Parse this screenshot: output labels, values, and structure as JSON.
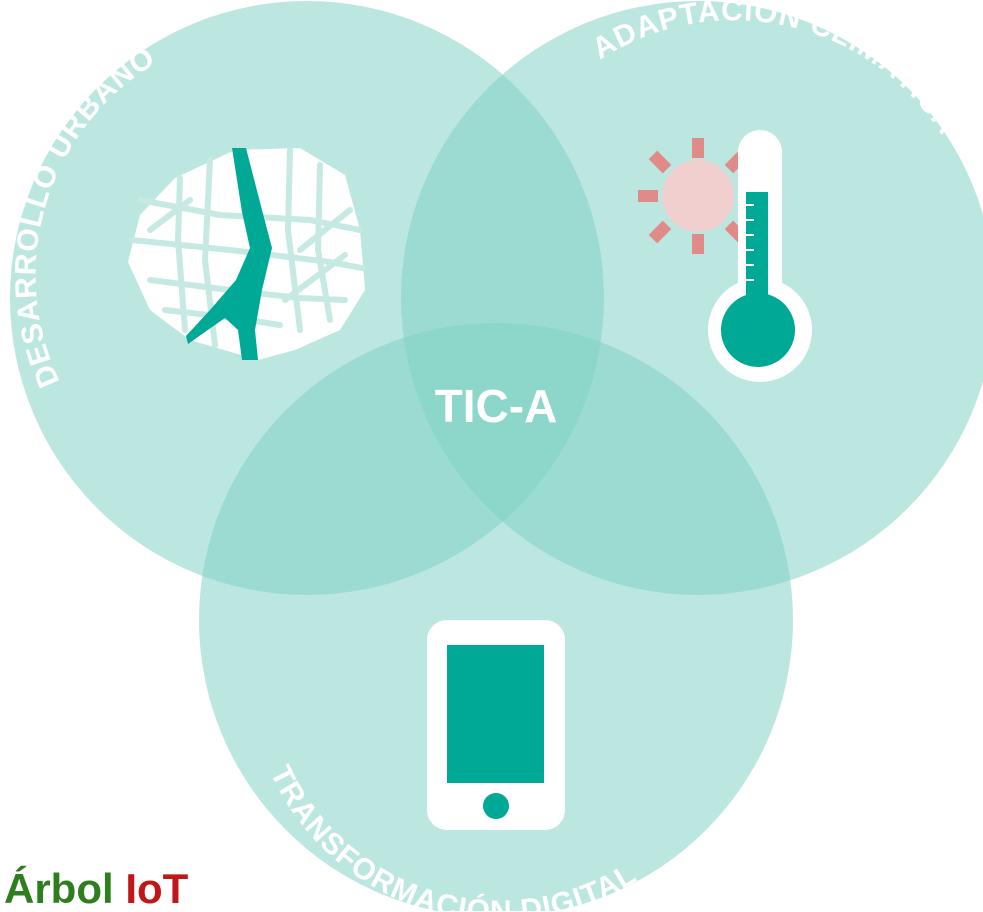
{
  "center_label": "TIC-A",
  "circles": [
    {
      "label": "DESARROLLO URBANO"
    },
    {
      "label": "ADAPTACIÓN CLIMÁTICA"
    },
    {
      "label": "TRANSFORMACIÓN DIGITAL"
    }
  ],
  "icons": {
    "urban": "city-map-icon",
    "climate": "sun-thermometer-icon",
    "digital": "smartphone-icon"
  },
  "footer": {
    "part1": "Árbol",
    "part2": "IoT"
  },
  "colors": {
    "circle_fill": "#7fd1c3",
    "accent": "#00a896",
    "circle_text": "#ffffff",
    "sun": "#f2cfcf",
    "sun_rays": "#e08a8a",
    "footer_green": "#2e7d1f",
    "footer_red": "#c0181a"
  }
}
